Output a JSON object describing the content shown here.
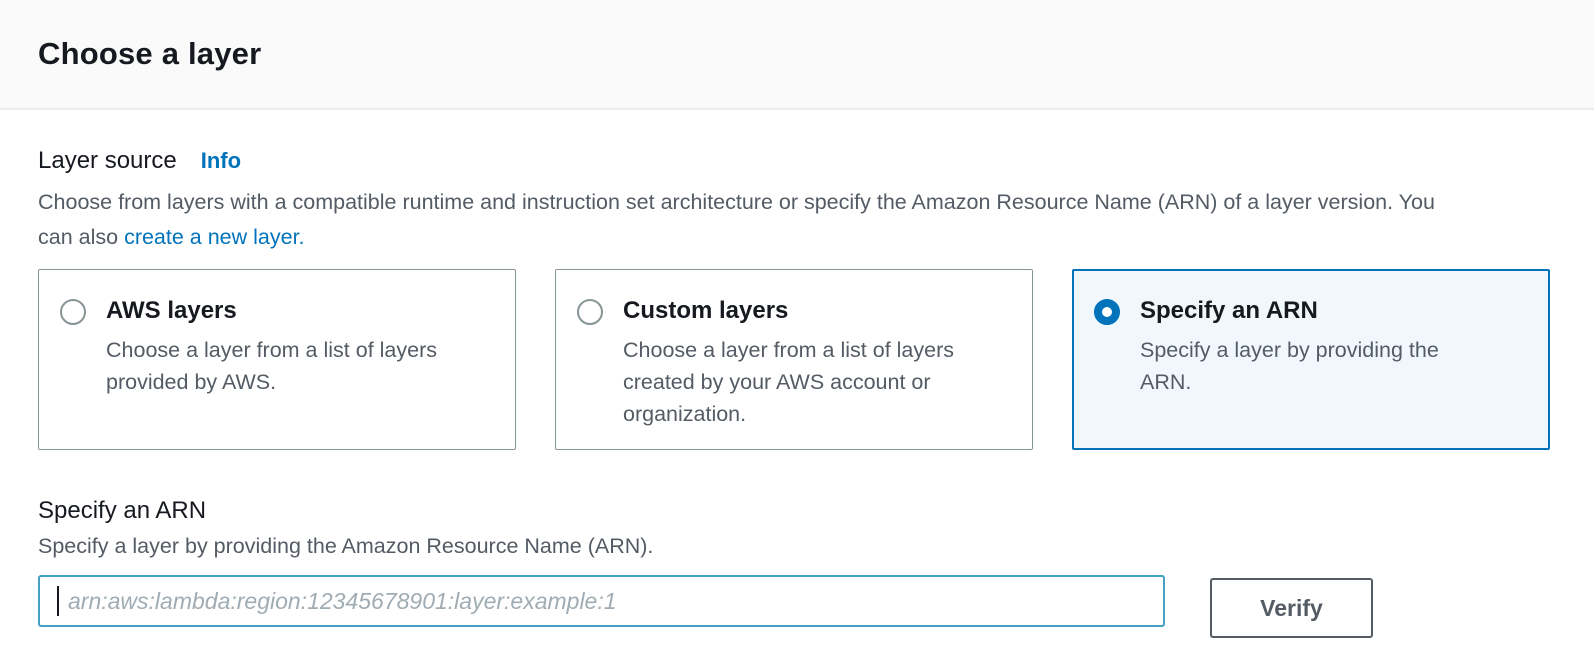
{
  "header": {
    "title": "Choose a layer"
  },
  "layer_source": {
    "label": "Layer source",
    "info_link": "Info",
    "description_before": "Choose from layers with a compatible runtime and instruction set architecture or specify the Amazon Resource Name (ARN) of a layer version. You can also ",
    "create_link": "create a new layer.",
    "options": [
      {
        "title": "AWS layers",
        "description": "Choose a layer from a list of layers provided by AWS.",
        "selected": false
      },
      {
        "title": "Custom layers",
        "description": "Choose a layer from a list of layers created by your AWS account or organization.",
        "selected": false
      },
      {
        "title": "Specify an ARN",
        "description": "Specify a layer by providing the ARN.",
        "selected": true
      }
    ]
  },
  "arn_section": {
    "heading": "Specify an ARN",
    "description": "Specify a layer by providing the Amazon Resource Name (ARN).",
    "input_value": "",
    "input_placeholder": "arn:aws:lambda:region:12345678901:layer:example:1",
    "verify_button": "Verify"
  },
  "colors": {
    "link_blue": "#0073bb",
    "selected_card_border": "#0073bb",
    "selected_card_bg": "#f1f8fd",
    "input_focus_border": "#44a0c4",
    "text_dark": "#16191f",
    "text_gray": "#545b64",
    "card_border_gray": "#879596",
    "header_bg": "#fafafa",
    "divider": "#eaeded"
  }
}
